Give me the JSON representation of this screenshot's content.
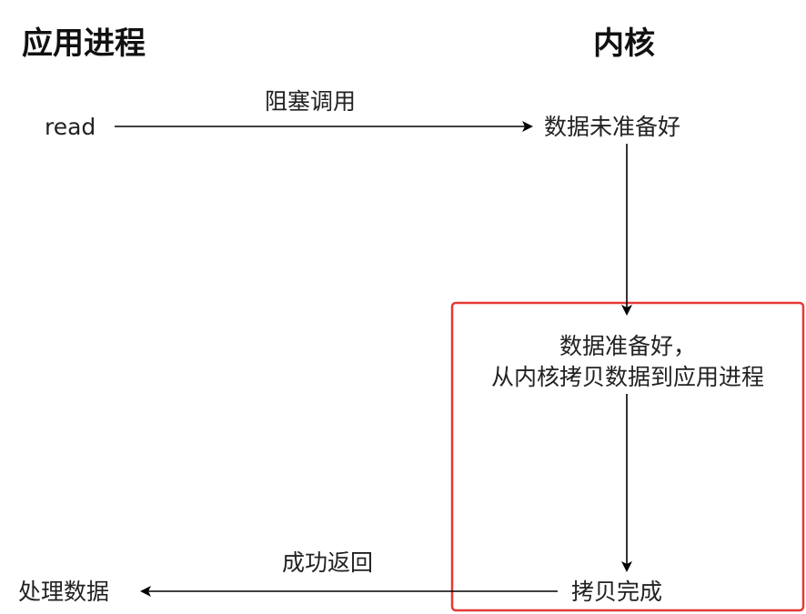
{
  "headings": {
    "left": "应用进程",
    "right": "内核"
  },
  "labels": {
    "read": "read",
    "blocking_call": "阻塞调用",
    "data_not_ready": "数据未准备好",
    "data_ready_line1": "数据准备好，",
    "data_ready_line2": "从内核拷贝数据到应用进程",
    "copy_done": "拷贝完成",
    "success_return": "成功返回",
    "process_data": "处理数据"
  },
  "colors": {
    "highlight_box": "#e53935",
    "arrow": "#000000"
  }
}
